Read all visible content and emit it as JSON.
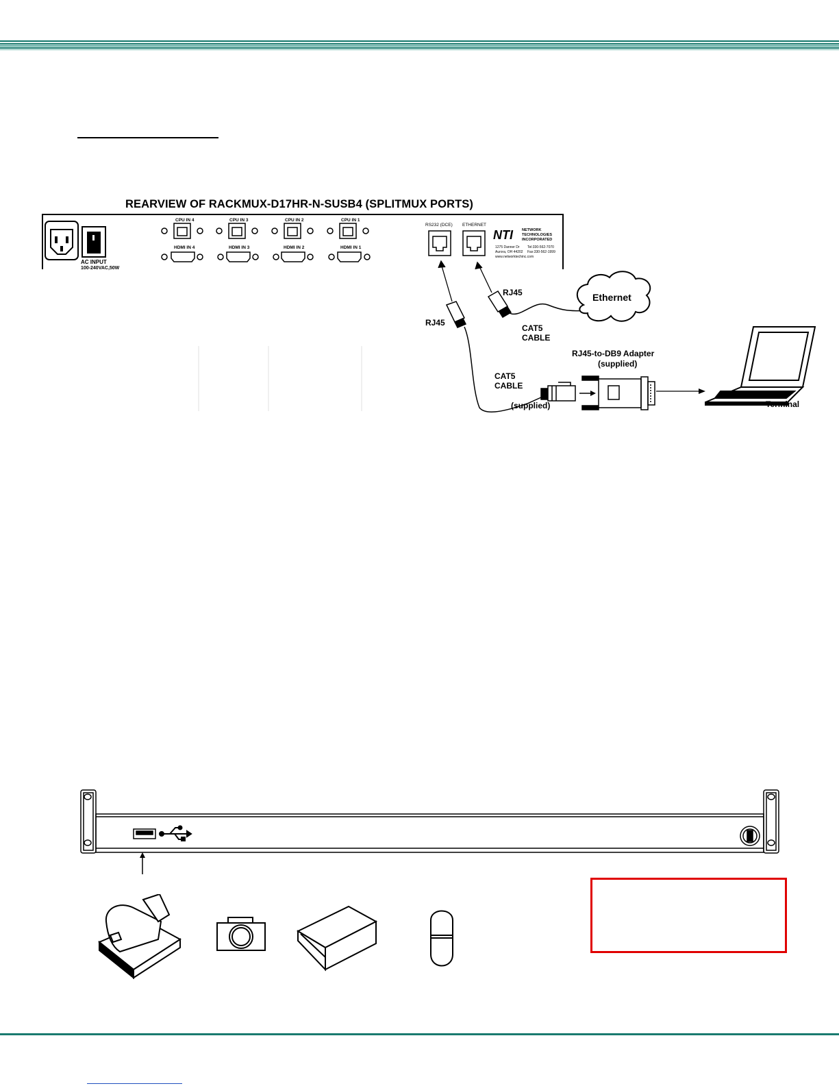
{
  "diagram": {
    "title": "REARVIEW OF RACKMUX-D17HR-N-SUSB4 (SPLITMUX PORTS)",
    "panel": {
      "ac_input_label": "AC INPUT",
      "ac_input_rating": "100-240VAC,50W",
      "cpu_ports": [
        "CPU IN 4",
        "CPU IN 3",
        "CPU IN 2",
        "CPU IN 1"
      ],
      "hdmi_ports": [
        "HDMI IN 4",
        "HDMI IN 3",
        "HDMI IN 2",
        "HDMI IN 1"
      ],
      "rs232_label": "RS232 (DCE)",
      "ethernet_label": "ETHERNET",
      "brand_logo": "NTI",
      "brand_name_lines": [
        "NETWORK",
        "TECHNOLOGIES",
        "INCORPORATED"
      ],
      "address_line1": "1275 Danner Dr",
      "address_line2": "Aurora, OH 44202",
      "website": "www.networktechinc.com",
      "tel": "Tel:330-562-7070",
      "fax": "Fax:330-562-1999"
    },
    "labels": {
      "rj45_left": "RJ45",
      "rj45_right": "RJ45",
      "ethernet_cloud": "Ethernet",
      "cat5_top_line1": "CAT5",
      "cat5_top_line2": "CABLE",
      "cat5_bottom_line1": "CAT5",
      "cat5_bottom_line2": "CABLE",
      "supplied_cable": "(supplied)",
      "adapter_line1": "RJ45-to-DB9 Adapter",
      "adapter_line2": "(supplied)",
      "terminal": "Terminal"
    }
  },
  "colors": {
    "header_teal": "#1a7a6f",
    "callout_border": "#e00000",
    "link_blue": "#1f4fbf"
  },
  "icons": [
    "usb-port-icon",
    "usb-trident-icon",
    "keylock-icon",
    "scanner-icon",
    "camera-icon",
    "card-reader-icon",
    "flash-drive-icon"
  ]
}
